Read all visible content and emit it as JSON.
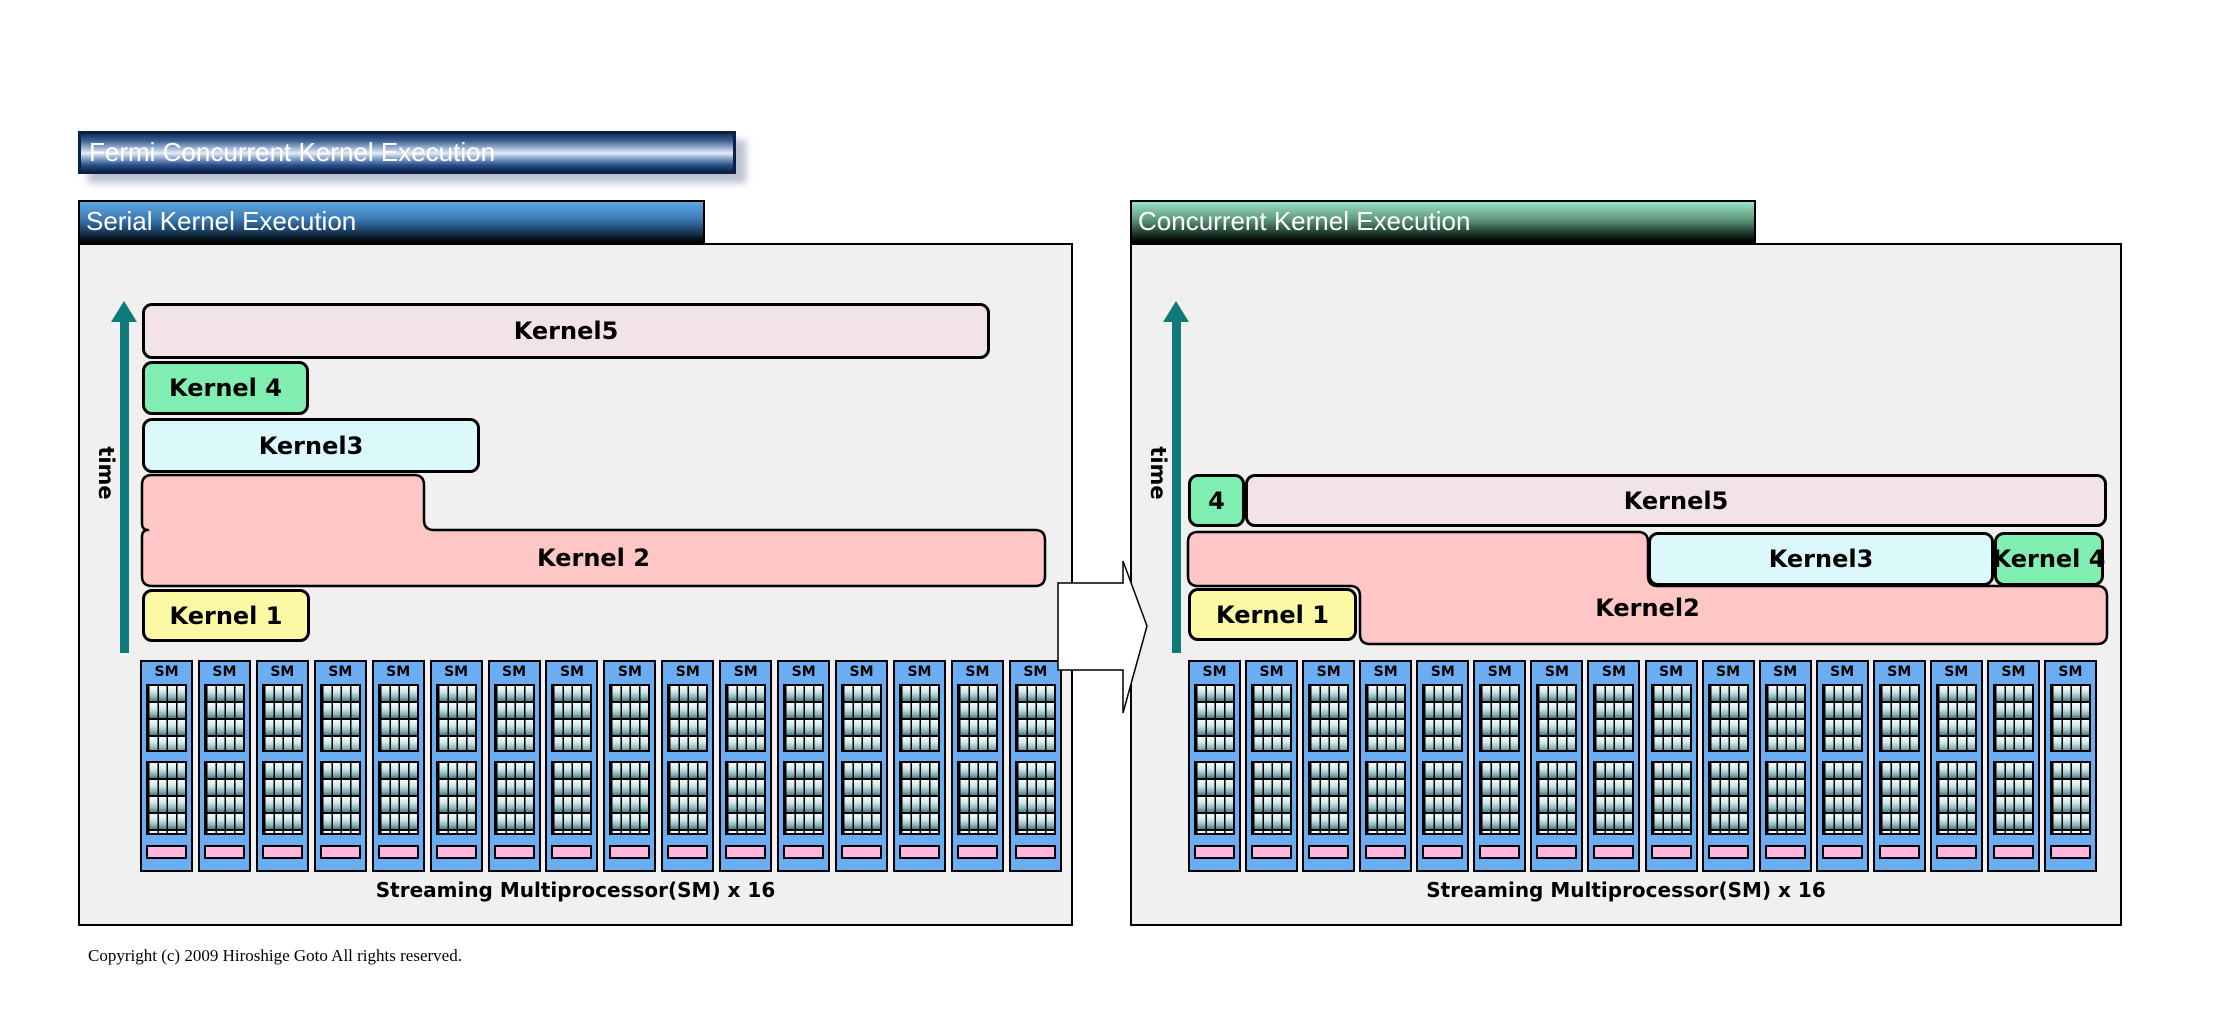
{
  "title_banner": {
    "label": "Fermi Concurrent Kernel Execution"
  },
  "panels": [
    {
      "name": "serial",
      "header": "Serial Kernel Execution",
      "time_label": "time",
      "kernels": [
        {
          "id": "kernel5",
          "label": "Kernel5",
          "color": "#f2e4e6"
        },
        {
          "id": "kernel4",
          "label": "Kernel 4",
          "color": "#80eeb0"
        },
        {
          "id": "kernel3",
          "label": "Kernel3",
          "color": "#dbf9fb"
        },
        {
          "id": "kernel2",
          "label": "Kernel 2",
          "color": "#ffc6c6"
        },
        {
          "id": "kernel1",
          "label": "Kernel 1",
          "color": "#fbf9a4"
        }
      ],
      "sm": {
        "label": "SM",
        "count": 16,
        "caption": "Streaming Multiprocessor(SM) x 16"
      }
    },
    {
      "name": "concurrent",
      "header": "Concurrent Kernel Execution",
      "time_label": "time",
      "kernels": [
        {
          "id": "kernel4-start",
          "label": "4",
          "color": "#80eeb0"
        },
        {
          "id": "kernel5",
          "label": "Kernel5",
          "color": "#f2e4e6"
        },
        {
          "id": "kernel3",
          "label": "Kernel3",
          "color": "#dbf9fb"
        },
        {
          "id": "kernel4",
          "label": "Kernel 4",
          "color": "#80eeb0"
        },
        {
          "id": "kernel1",
          "label": "Kernel 1",
          "color": "#fbf9a4"
        },
        {
          "id": "kernel2",
          "label": "Kernel2",
          "color": "#ffc6c6"
        }
      ],
      "sm": {
        "label": "SM",
        "count": 16,
        "caption": "Streaming Multiprocessor(SM) x 16"
      }
    }
  ],
  "footer": {
    "copyright": "Copyright (c) 2009 Hiroshige Goto All rights reserved."
  },
  "colors": {
    "kernel5": "#f2e4e6",
    "kernel4": "#80eeb0",
    "kernel3": "#dbf9fb",
    "kernel2": "#ffc6c6",
    "kernel1": "#fbf9a4",
    "sm_fill": "#6cadf2",
    "sm_bar": "#ffb5dc",
    "time_axis": "#0e7a7a",
    "panel_bg": "#f0f0f0",
    "header_serial_top": "#61a8e2",
    "header_concurrent_top": "#9ce2c6",
    "banner_navy": "#16305c"
  }
}
